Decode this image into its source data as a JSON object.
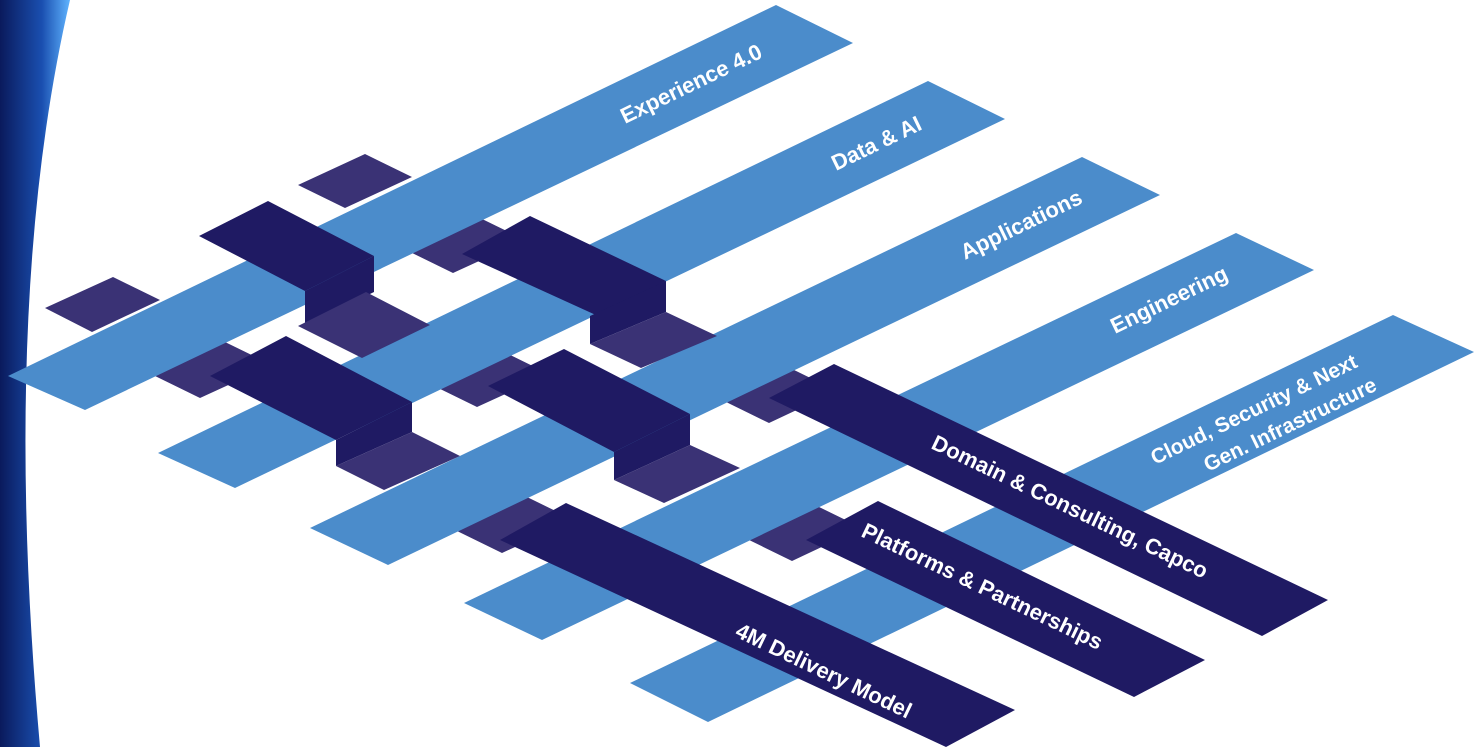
{
  "diagram": {
    "horizontal_bands": [
      {
        "label": "Experience 4.0"
      },
      {
        "label": "Data & AI"
      },
      {
        "label": "Applications"
      },
      {
        "label": "Engineering"
      },
      {
        "label": "Cloud, Security & Next",
        "label_line2": "Gen. Infrastructure"
      }
    ],
    "woven_bands": [
      {
        "label": "Domain & Consulting, Capco"
      },
      {
        "label": "Platforms & Partnerships"
      },
      {
        "label": "4M  Delivery Model"
      }
    ],
    "colors": {
      "light_band": "#4b8ccb",
      "dark_band": "#1f1a63",
      "dark_band_shadow": "#3a3275",
      "background_left": "#0a1a5c",
      "page": "#ffffff"
    }
  }
}
